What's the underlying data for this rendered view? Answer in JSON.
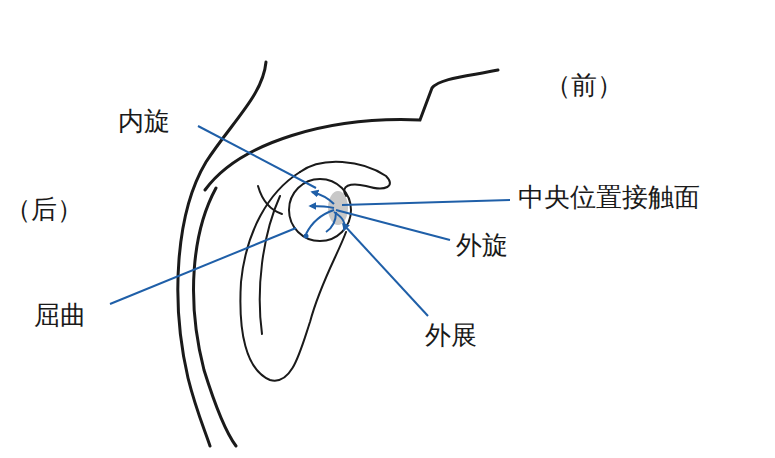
{
  "diagram": {
    "labels": [
      "（前）",
      "内旋",
      "（后）",
      "中央位置接触面",
      "外旋",
      "屈曲",
      "外展"
    ]
  }
}
